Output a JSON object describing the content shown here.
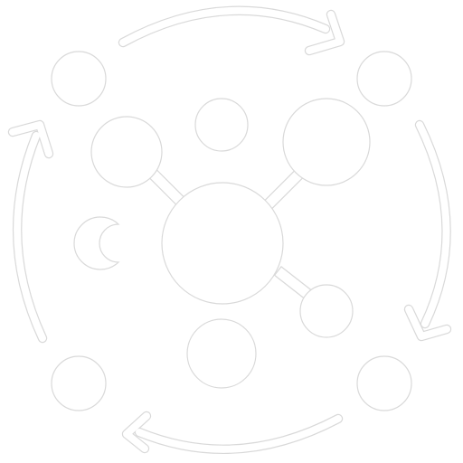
{
  "icon": {
    "subject": "network-cycle-icon",
    "style": "white-outline",
    "colors": {
      "fill": "#ffffff",
      "outline": "#d9d9d9",
      "background": "#ffffff"
    },
    "corner_nodes": 4,
    "cycle_arrows": 4,
    "arrow_direction": "clockwise",
    "satellite_nodes": 6
  }
}
